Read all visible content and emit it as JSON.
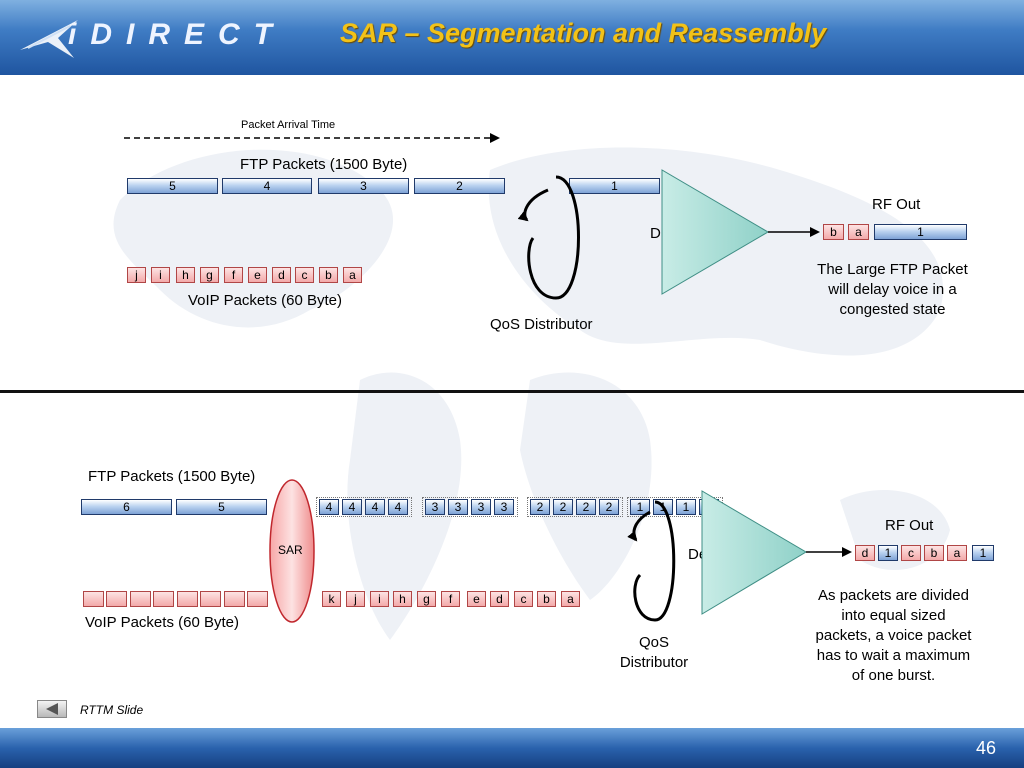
{
  "header": {
    "logo_text": "iDIRECT",
    "title": "SAR – Segmentation and Reassembly"
  },
  "top": {
    "arrival_label": "Packet Arrival Time",
    "ftp_label": "FTP Packets (1500 Byte)",
    "ftp_packets": [
      "5",
      "4",
      "3",
      "2",
      "1"
    ],
    "voip_packets": [
      "j",
      "i",
      "h",
      "g",
      "f",
      "e",
      "d",
      "c",
      "b",
      "a"
    ],
    "voip_label": "VoIP Packets (60 Byte)",
    "qos_label": "QoS Distributor",
    "dequeue_label": "Dequeue",
    "rf_out_label": "RF Out",
    "rf_out_voip": [
      "b",
      "a"
    ],
    "rf_out_ftp": "1",
    "note": [
      "The Large FTP Packet",
      "will delay voice in a",
      "congested state"
    ]
  },
  "bottom": {
    "ftp_label": "FTP Packets (1500 Byte)",
    "ftp_packets": [
      "6",
      "5"
    ],
    "sar_label": "SAR",
    "segments": [
      [
        "4",
        "4",
        "4",
        "4"
      ],
      [
        "3",
        "3",
        "3",
        "3"
      ],
      [
        "2",
        "2",
        "2",
        "2"
      ],
      [
        "1",
        "1",
        "1",
        "1"
      ]
    ],
    "voip_packets": [
      "k",
      "j",
      "i",
      "h",
      "g",
      "f",
      "e",
      "d",
      "c",
      "b",
      "a"
    ],
    "voip_label": "VoIP Packets (60 Byte)",
    "qos_label": [
      "QoS",
      "Distributor"
    ],
    "dequeue_label": "Dequeue",
    "rf_out_label": "RF Out",
    "rf_out_items": [
      {
        "label": "d",
        "kind": "voip"
      },
      {
        "label": "1",
        "kind": "ftp"
      },
      {
        "label": "c",
        "kind": "voip"
      },
      {
        "label": "b",
        "kind": "voip"
      },
      {
        "label": "a",
        "kind": "voip"
      },
      {
        "label": "1",
        "kind": "ftp"
      }
    ],
    "note": [
      "As packets are divided",
      "into equal sized",
      "packets, a voice packet",
      "has to wait a maximum",
      "of one burst."
    ]
  },
  "footer": {
    "rttm_label": "RTTM Slide",
    "page_number": "46"
  },
  "colors": {
    "ftp_fill": "#bcd3f0",
    "voip_fill": "#f3aaaa",
    "dequeue_fill": "#a6ddd6",
    "title_color": "#f2c218"
  }
}
